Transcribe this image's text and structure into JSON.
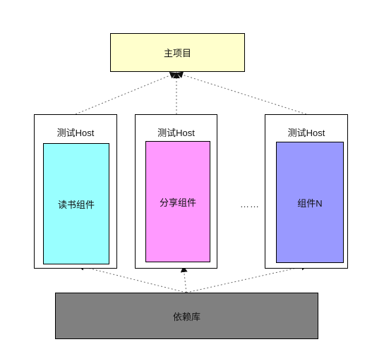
{
  "main_project": {
    "label": "主项目",
    "color": "#ffffcc"
  },
  "hosts": [
    {
      "label": "测试Host",
      "component": "读书组件",
      "color": "#99ffff"
    },
    {
      "label": "测试Host",
      "component": "分享组件",
      "color": "#ff99ff"
    },
    {
      "label": "测试Host",
      "component": "组件N",
      "color": "#9999ff"
    }
  ],
  "ellipsis": "……",
  "dependency": {
    "label": "依赖库",
    "color": "#808080"
  }
}
